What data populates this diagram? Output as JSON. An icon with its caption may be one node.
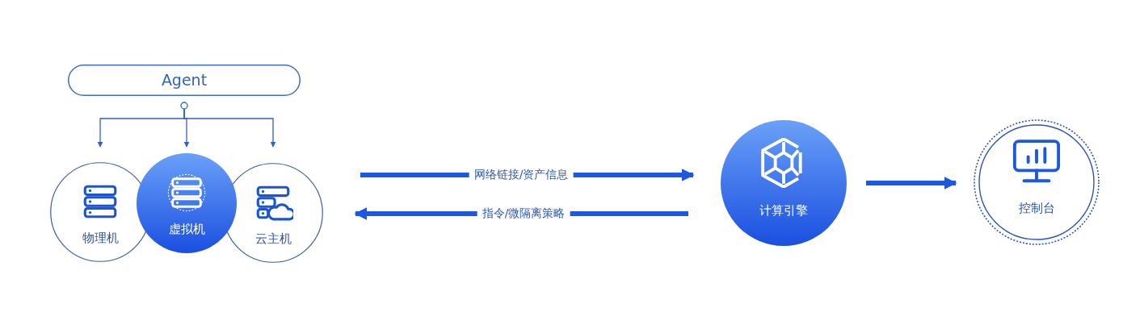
{
  "diagram": {
    "nodes": [
      {
        "text": [
          "Agent"
        ]
      },
      {
        "text": [
          "物理机"
        ]
      },
      {
        "text": [
          "虚拟机"
        ]
      },
      {
        "text": [
          "云主机"
        ]
      },
      {
        "text": [
          "计算引擎"
        ]
      },
      {
        "text": [
          "控制台"
        ]
      }
    ],
    "edges": [
      {
        "from": 0,
        "to": 1,
        "arrow": "to"
      },
      {
        "from": 0,
        "to": 2,
        "arrow": "to"
      },
      {
        "from": 0,
        "to": 3,
        "arrow": "to"
      },
      {
        "from": 3,
        "to": 4,
        "arrow": "to",
        "label": "网络链接/资产信息",
        "style": "thick"
      },
      {
        "from": 4,
        "to": 3,
        "arrow": "to",
        "label": "指令/微隔离策略",
        "style": "thick"
      },
      {
        "from": 4,
        "to": 5,
        "arrow": "to",
        "style": "thick"
      }
    ]
  }
}
